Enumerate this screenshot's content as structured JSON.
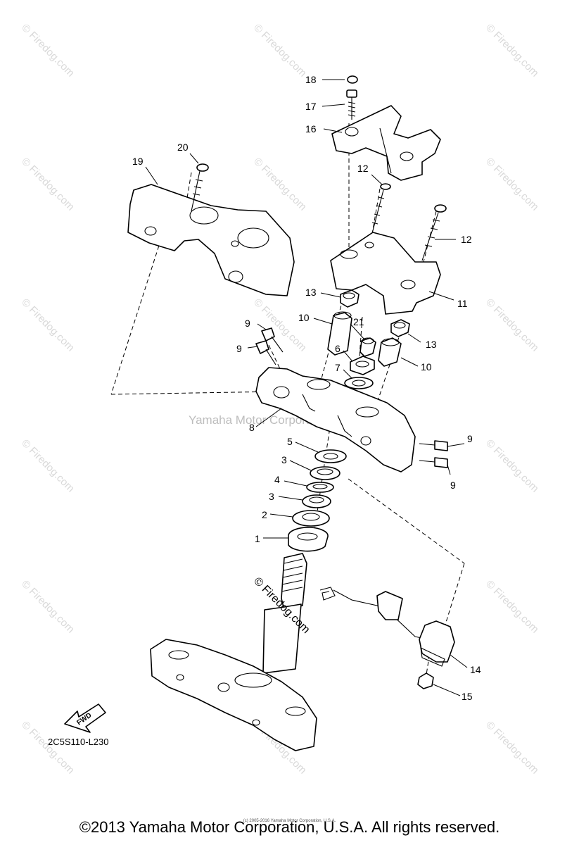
{
  "watermark": {
    "repeat_text": "© Firedog.com",
    "center_text": "Yamaha Motor Corporation"
  },
  "callouts": {
    "c1": "1",
    "c2": "2",
    "c3a": "3",
    "c3b": "3",
    "c4": "4",
    "c5": "5",
    "c6": "6",
    "c7": "7",
    "c8": "8",
    "c9a": "9",
    "c9b": "9",
    "c9c": "9",
    "c9d": "9",
    "c10a": "10",
    "c10b": "10",
    "c11": "11",
    "c12a": "12",
    "c12b": "12",
    "c13a": "13",
    "c13b": "13",
    "c14": "14",
    "c15": "15",
    "c16": "16",
    "c17": "17",
    "c18": "18",
    "c19": "19",
    "c20": "20",
    "c21": "21"
  },
  "diagram_code": "2C5S110-L230",
  "fwd_label": "FWD",
  "firedog_mark": "© Firedog.com",
  "tiny_credit": "(c) 2005-2016 Yamaha Motor Corporation, U.S.A.",
  "copyright": "©2013 Yamaha Motor Corporation, U.S.A. All rights reserved."
}
